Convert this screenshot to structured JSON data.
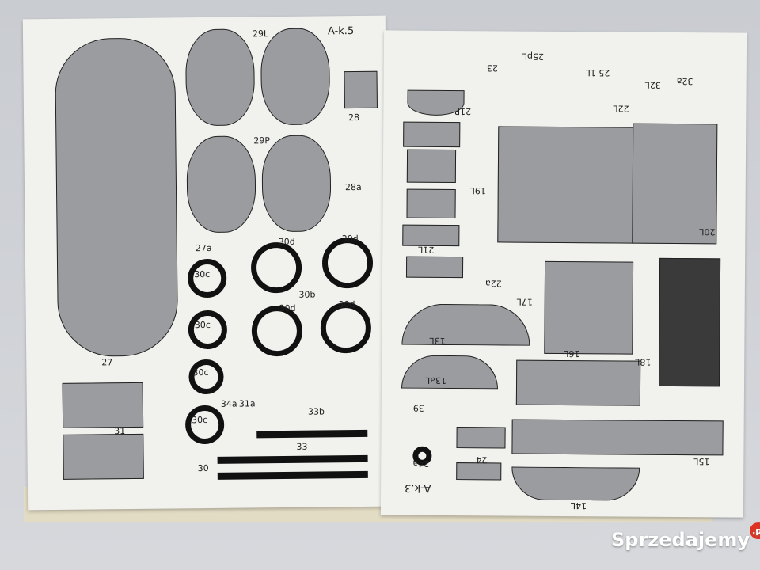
{
  "left_sheet": {
    "title": "A-k.5",
    "labels": [
      "29L",
      "29P",
      "28",
      "28a",
      "27",
      "27a",
      "30d",
      "30d",
      "30d",
      "30d",
      "30b",
      "30c",
      "30c",
      "30c",
      "30c",
      "34a",
      "31a",
      "33b",
      "33",
      "31",
      "30"
    ]
  },
  "right_sheet": {
    "title": "A-k.3",
    "labels": [
      "25pL",
      "23",
      "21P",
      "25 1L",
      "22L",
      "32L",
      "32a",
      "19L",
      "20L",
      "21L",
      "22a",
      "17L",
      "18L",
      "13L",
      "16L",
      "13aL",
      "39",
      "24",
      "24a",
      "15L",
      "14L"
    ]
  },
  "watermark": {
    "brand": "Sprzedajemy",
    "suffix": ".pl"
  },
  "colors": {
    "part_gray": "#9a9c9f",
    "paper": "#f1f1ee",
    "ink": "#111111"
  }
}
